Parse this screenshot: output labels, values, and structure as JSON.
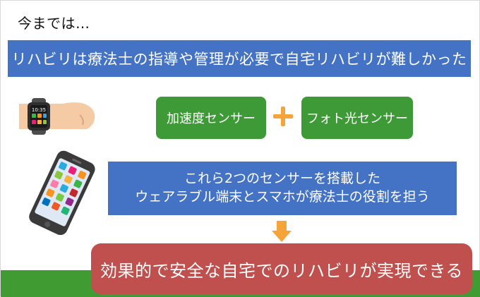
{
  "slide": {
    "title": "今までは…",
    "banner": "リハビリは療法士の指導や管理が必要で自宅リハビリが難しかった",
    "sensor_left": "加速度センサー",
    "sensor_right": "フォト光センサー",
    "description_line1": "これら2つのセンサーを搭載した",
    "description_line2": "ウェアラブル端末とスマホが療法士の役割を担う",
    "result": "効果的で安全な自宅でのリハビリが実現できる",
    "watch_time": "10:35"
  },
  "colors": {
    "blue": "#4472c4",
    "green": "#3e9a36",
    "orange": "#f6a33a",
    "red": "#c0504d"
  },
  "icons": {
    "watch": "smartwatch-on-wrist-icon",
    "phone": "smartphone-icon",
    "plus": "plus-icon",
    "arrow": "arrow-down-icon"
  }
}
